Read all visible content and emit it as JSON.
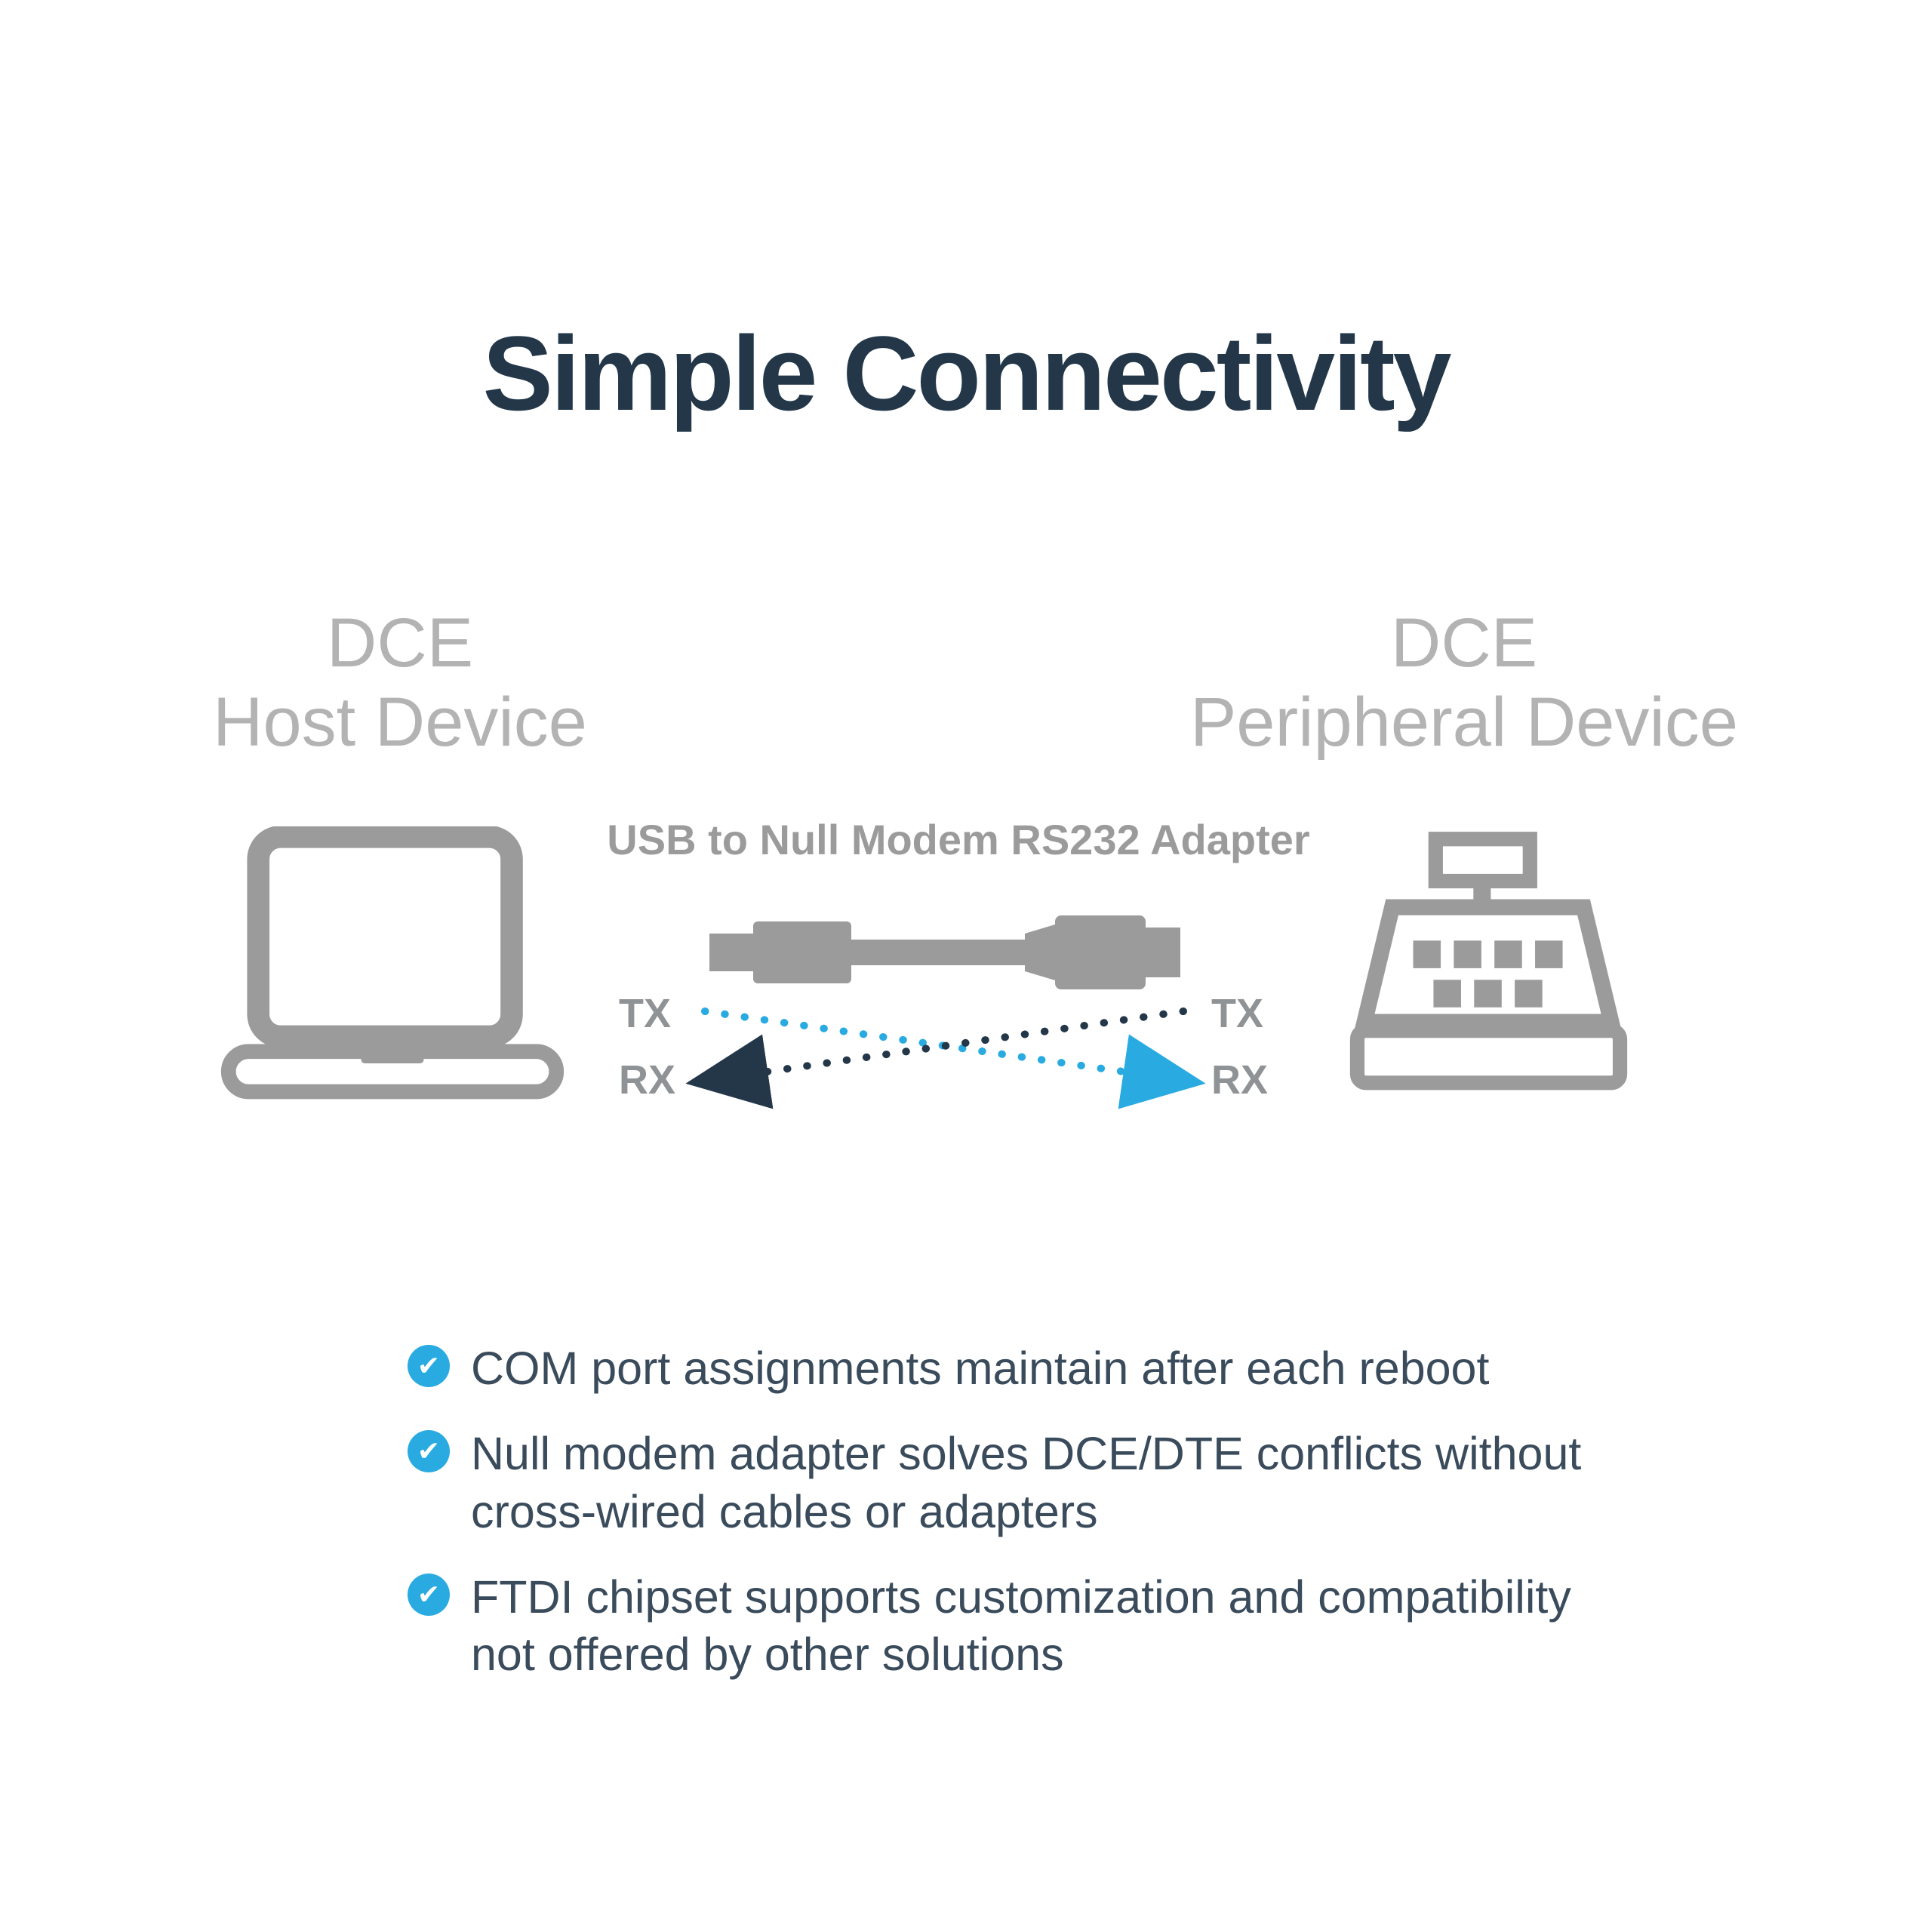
{
  "title": "Simple Connectivity",
  "left_device": {
    "type_label": "DCE",
    "name_label": "Host Device"
  },
  "right_device": {
    "type_label": "DCE",
    "name_label": "Peripheral Device"
  },
  "adapter": {
    "label": "USB to Null Modem RS232 Adapter",
    "left_tx": "TX",
    "left_rx": "RX",
    "right_tx": "TX",
    "right_rx": "RX"
  },
  "bullets": [
    {
      "text": "COM port assignments maintain after each reboot"
    },
    {
      "text": "Null modem adapter solves DCE/DTE conflicts without cross-wired cables or adapters"
    },
    {
      "text": "FTDI chipset supports customization and compatibility not offered by other solutions"
    }
  ],
  "icons": {
    "check": "✔"
  },
  "colors": {
    "title": "#233749",
    "body_text": "#3a4b5c",
    "device_label": "#b3b3b3",
    "icon_gray": "#9b9b9b",
    "accent_blue": "#29abe2",
    "line_navy": "#233749"
  }
}
